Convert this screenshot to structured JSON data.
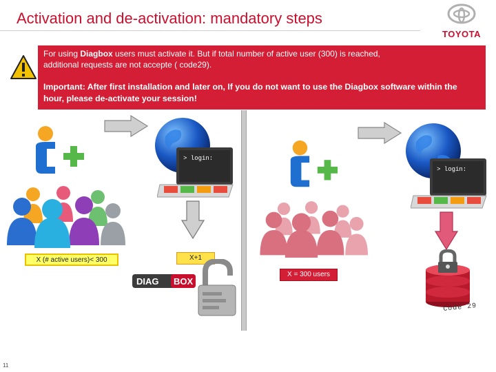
{
  "slide": {
    "title": "Activation and de-activation: mandatory steps",
    "number": "11"
  },
  "brand": {
    "name": "TOYOTA",
    "accent": "#c8102e"
  },
  "notice": {
    "line1_prefix": "For using ",
    "line1_bold": "Diagbox",
    "line1_suffix": " users must activate it. But if total number of active user (300) is reached,",
    "line2": "additional requests are not accepte ( code29).",
    "important": "Important: After first installation and later on, If you do not want to use the Diagbox software within the hour, please de-activate your session!",
    "background": "#d41e35",
    "icon": "warning-icon"
  },
  "left_scenario": {
    "users_label": "X (# active users)< 300",
    "increment_label": "X+1",
    "terminal_prompt": "> login:",
    "diagbox_logo": "DIAGBOX",
    "icons": [
      "add-user-icon",
      "user-group-icon",
      "globe-icon",
      "laptop-icon",
      "arrow-right-icon",
      "arrow-down-icon",
      "unlocked-padlock-icon"
    ]
  },
  "right_scenario": {
    "users_label": "X = 300 users",
    "terminal_prompt": "> login:",
    "error_code": "Code 29",
    "icons": [
      "add-user-icon",
      "user-group-icon",
      "globe-icon",
      "laptop-icon",
      "arrow-right-icon",
      "arrow-down-icon",
      "locked-database-icon"
    ]
  }
}
